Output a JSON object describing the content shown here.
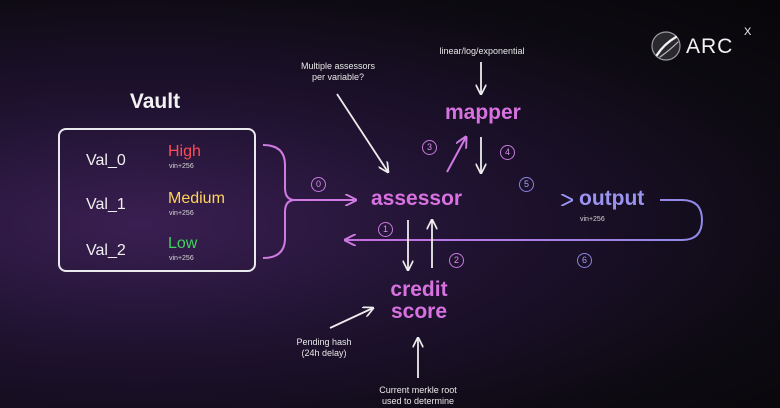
{
  "vault": {
    "title": "Vault",
    "rows": [
      {
        "name": "Val_0",
        "level": "High",
        "level_color": "#ff4b58",
        "sub": "vin+256"
      },
      {
        "name": "Val_1",
        "level": "Medium",
        "level_color": "#ffd45a",
        "sub": "vin+256"
      },
      {
        "name": "Val_2",
        "level": "Low",
        "level_color": "#3fd25e",
        "sub": "vin+256"
      }
    ]
  },
  "nodes": {
    "assessor": "assessor",
    "mapper": "mapper",
    "output": "output",
    "output_sub": "vin+256",
    "credit_line1": "credit",
    "credit_line2": "score"
  },
  "notes": {
    "multiple_line1": "Multiple assessors",
    "multiple_line2": "per variable?",
    "mapper_types": "linear/log/exponential",
    "pending_line1": "Pending hash",
    "pending_line2": "(24h delay)",
    "merkle_line1": "Current merkle root",
    "merkle_line2": "used to determine"
  },
  "steps": [
    "0",
    "1",
    "2",
    "3",
    "4",
    "5",
    "6"
  ],
  "logo": {
    "text": "ARC",
    "sup": "X"
  },
  "colors": {
    "pink": "#d772e0",
    "violet": "#9a93f0",
    "white": "#f2f2f2"
  }
}
